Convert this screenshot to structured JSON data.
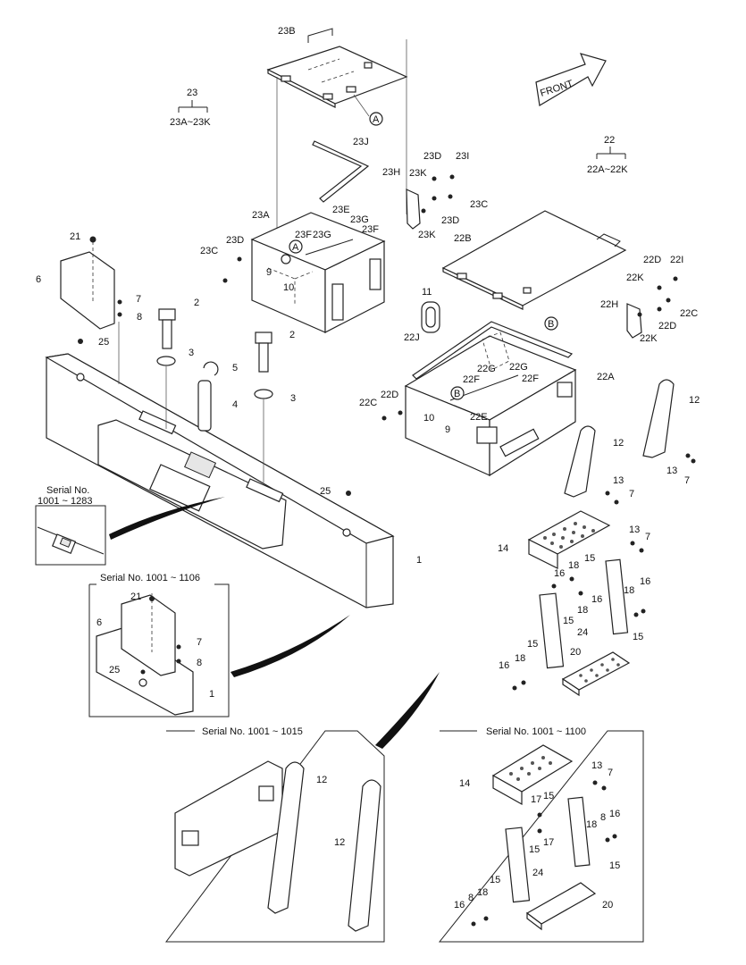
{
  "title": "",
  "front_label": "FRONT",
  "group_23": {
    "number": "23",
    "range": "23A~23K"
  },
  "group_22": {
    "number": "22",
    "range": "22A~22K"
  },
  "callout_a": "A",
  "callout_b": "B",
  "insets": {
    "serial_1283": {
      "line1": "Serial No.",
      "line2": "1001 ~ 1283"
    },
    "serial_1106": {
      "title": "Serial No. 1001 ~ 1106"
    },
    "serial_1015": {
      "title": "Serial No. 1001 ~ 1015"
    },
    "serial_1100": {
      "title": "Serial No. 1001 ~ 1100"
    }
  },
  "labels": {
    "l23B": "23B",
    "l23J": "23J",
    "l23A": "23A",
    "l23E": "23E",
    "l23G_a": "23G",
    "l23G_b": "23G",
    "l23F_a": "23F",
    "l23F_b": "23F",
    "l23H": "23H",
    "l23K_a": "23K",
    "l23K_b": "23K",
    "l23D_a": "23D",
    "l23D_b": "23D",
    "l23D_c": "23D",
    "l23I": "23I",
    "l23C_a": "23C",
    "l23C_b": "23C",
    "l22B": "22B",
    "l22J": "22J",
    "l22A": "22A",
    "l22G_a": "22G",
    "l22G_b": "22G",
    "l22F_a": "22F",
    "l22F_b": "22F",
    "l22E": "22E",
    "l22D_a": "22D",
    "l22D_b": "22D",
    "l22D_c": "22D",
    "l22C_a": "22C",
    "l22C_b": "22C",
    "l22I": "22I",
    "l22K_a": "22K",
    "l22K_b": "22K",
    "l22H": "22H",
    "l21": "21",
    "l6": "6",
    "l7": "7",
    "l8": "8",
    "l2_a": "2",
    "l2_b": "2",
    "l25_a": "25",
    "l25_b": "25",
    "l3_a": "3",
    "l3_b": "3",
    "l5": "5",
    "l4": "4",
    "l9_a": "9",
    "l9_b": "9",
    "l10_a": "10",
    "l10_b": "10",
    "l11": "11",
    "l1": "1",
    "l12_a": "12",
    "l12_b": "12",
    "l13_a": "13",
    "l13_b": "13",
    "l13_c": "13",
    "l7_a": "7",
    "l7_b": "7",
    "l7_c": "7",
    "l14": "14",
    "l15_a": "15",
    "l15_b": "15",
    "l15_c": "15",
    "l15_d": "15",
    "l16_a": "16",
    "l16_b": "16",
    "l16_c": "16",
    "l16_d": "16",
    "l18_a": "18",
    "l18_b": "18",
    "l18_c": "18",
    "l24": "24",
    "l20": "20",
    "i1_21": "21",
    "i1_6": "6",
    "i1_7": "7",
    "i1_8": "8",
    "i1_25": "25",
    "i1_1": "1",
    "i2_12a": "12",
    "i2_12b": "12",
    "i3_13": "13",
    "i3_7": "7",
    "i3_14": "14",
    "i3_17a": "17",
    "i3_15a": "15",
    "i3_15b": "15",
    "i3_17b": "17",
    "i3_18": "18",
    "i3_8a": "8",
    "i3_16a": "16",
    "i3_15c": "15",
    "i3_24": "24",
    "i3_15d": "15",
    "i3_16b": "16",
    "i3_8b": "8",
    "i3_18b": "18",
    "i3_20": "20"
  }
}
